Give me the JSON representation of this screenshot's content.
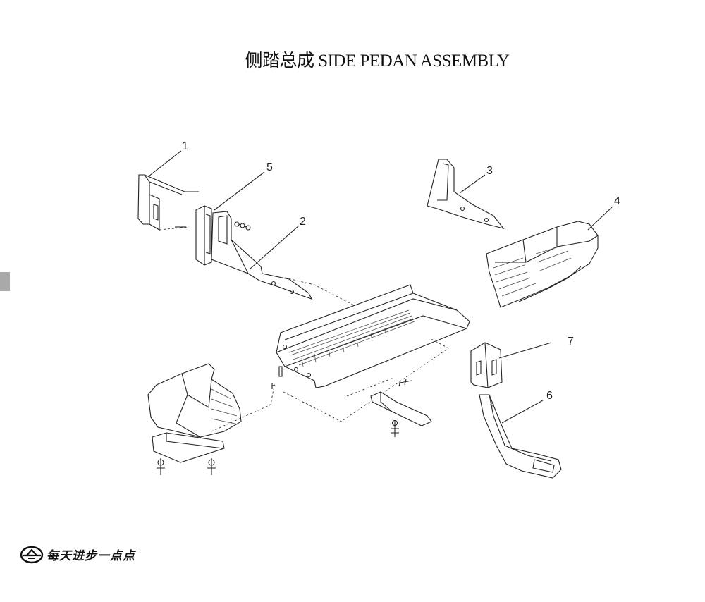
{
  "title": "侧踏总成  SIDE PEDAN ASSEMBLY",
  "callouts": [
    {
      "id": "1",
      "label": "1"
    },
    {
      "id": "2",
      "label": "2"
    },
    {
      "id": "3",
      "label": "3"
    },
    {
      "id": "4",
      "label": "4"
    },
    {
      "id": "5",
      "label": "5"
    },
    {
      "id": "6",
      "label": "6"
    },
    {
      "id": "7",
      "label": "7"
    }
  ],
  "footer": {
    "logo_icon": "company-logo-icon",
    "text": "每天进步一点点"
  }
}
